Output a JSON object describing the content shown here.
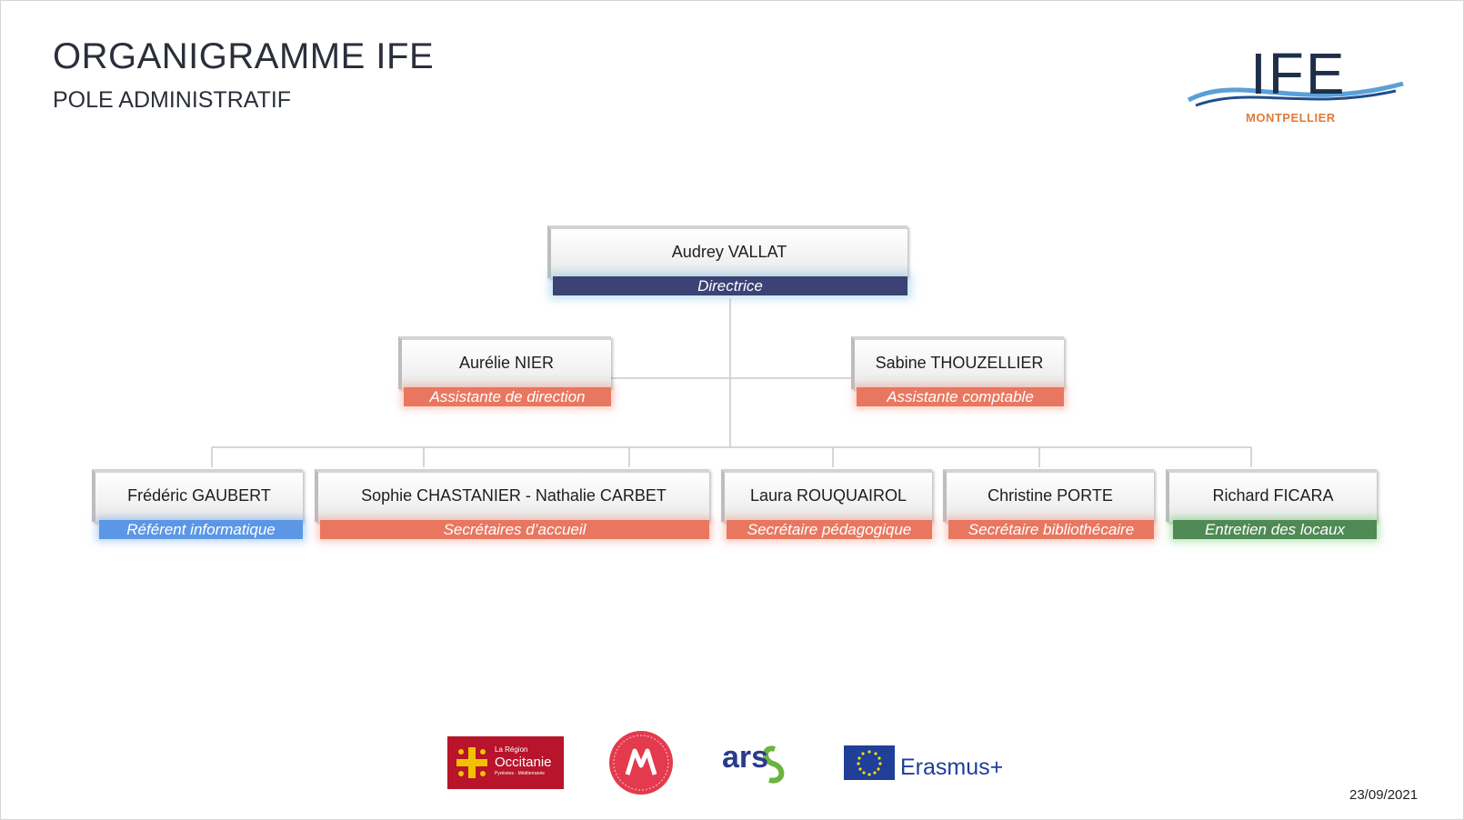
{
  "header": {
    "title": "ORGANIGRAMME IFE",
    "subtitle": "POLE ADMINISTRATIF"
  },
  "logo": {
    "text": "IFE",
    "city": "MONTPELLIER"
  },
  "org": {
    "director": {
      "name": "Audrey VALLAT",
      "role": "Directrice",
      "color": "navy"
    },
    "assistants": [
      {
        "name": "Aurélie NIER",
        "role": "Assistante de direction",
        "color": "coral"
      },
      {
        "name": "Sabine THOUZELLIER",
        "role": "Assistante comptable",
        "color": "coral"
      }
    ],
    "staff": [
      {
        "name": "Frédéric GAUBERT",
        "role": "Référent informatique",
        "color": "blue"
      },
      {
        "name": "Sophie CHASTANIER - Nathalie CARBET",
        "role": "Secrétaires d’accueil",
        "color": "coral"
      },
      {
        "name": "Laura ROUQUAIROL",
        "role": "Secrétaire pédagogique",
        "color": "coral"
      },
      {
        "name": "Christine PORTE",
        "role": "Secrétaire bibliothécaire",
        "color": "coral"
      },
      {
        "name": "Richard FICARA",
        "role": "Entretien des locaux",
        "color": "green"
      }
    ]
  },
  "footer_logos": {
    "occitanie": {
      "line1": "La Région",
      "line2": "Occitanie",
      "line3": "Pyrénées · Méditerranée"
    },
    "ars": {
      "text": "ars"
    },
    "erasmus": {
      "text": "Erasmus+"
    }
  },
  "colors": {
    "navy": "#3c4274",
    "coral": "#e97760",
    "blue": "#5b97e6",
    "green": "#4f8a55"
  },
  "date": "23/09/2021"
}
